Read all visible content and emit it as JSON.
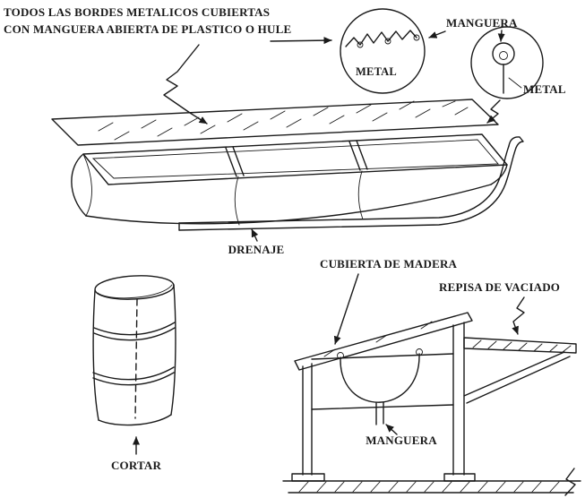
{
  "figure": {
    "kind": "hand-drawn technical illustration",
    "language": "es"
  },
  "colors": {
    "ink": "#1a1a1a",
    "background": "#ffffff"
  },
  "labels": {
    "top_note_line1": "TODOS LAS BORDES METALICOS CUBIERTAS",
    "top_note_line2": "CON MANGUERA ABIERTA DE PLASTICO O HULE",
    "detail1_metal": "METAL",
    "detail2_manguera": "MANGUERA",
    "detail2_metal": "METAL",
    "drain": "DRENAJE",
    "wood_cover": "CUBIERTA DE MADERA",
    "pour_shelf": "REPISA DE VACIADO",
    "hose_bottom": "MANGUERA",
    "cut": "CORTAR"
  }
}
